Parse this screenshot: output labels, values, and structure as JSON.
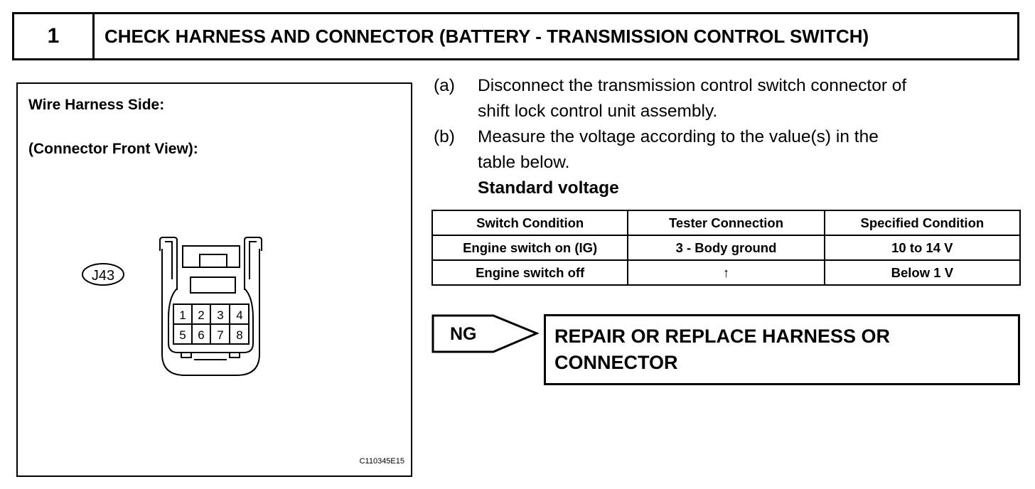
{
  "header": {
    "step_number": "1",
    "title": "CHECK HARNESS AND CONNECTOR (BATTERY - TRANSMISSION CONTROL SWITCH)"
  },
  "figure": {
    "label_side": "Wire Harness Side:",
    "label_view": "(Connector Front View):",
    "connector_id": "J43",
    "pins": [
      "1",
      "2",
      "3",
      "4",
      "5",
      "6",
      "7",
      "8"
    ],
    "code": "C110345E15"
  },
  "instructions": [
    {
      "letter": "(a)",
      "lines": [
        "Disconnect the transmission control switch connector of",
        "shift lock control unit assembly."
      ]
    },
    {
      "letter": "(b)",
      "lines": [
        "Measure the voltage according to the value(s) in the",
        "table below."
      ]
    }
  ],
  "standard_label": "Standard voltage",
  "table": {
    "headers": [
      "Switch Condition",
      "Tester Connection",
      "Specified Condition"
    ],
    "rows": [
      [
        "Engine switch on (IG)",
        "3 - Body ground",
        "10 to 14 V"
      ],
      [
        "Engine switch off",
        "↑",
        "Below 1 V"
      ]
    ]
  },
  "result": {
    "ng_label": "NG",
    "lines": [
      "REPAIR OR REPLACE HARNESS OR",
      "CONNECTOR"
    ]
  }
}
